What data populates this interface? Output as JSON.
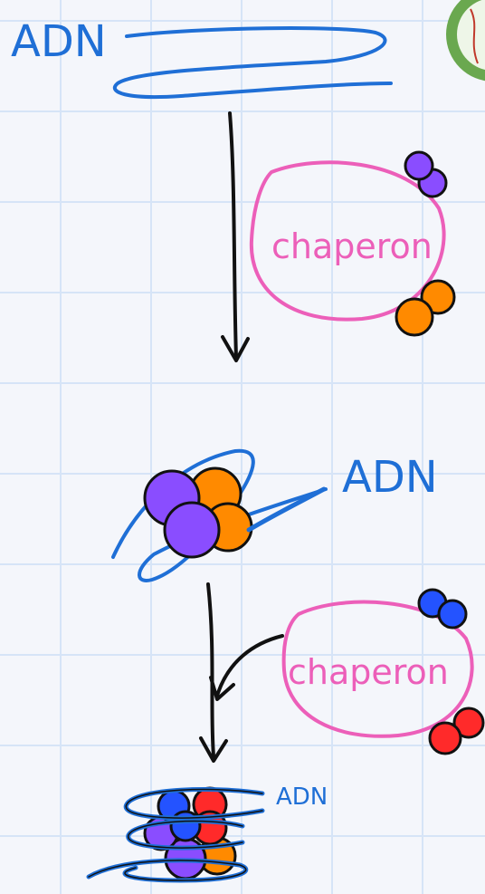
{
  "labels": {
    "dna_top": "ADN",
    "chaperone_1": "chaperon",
    "dna_middle": "ADN",
    "chaperone_2": "chaperon",
    "dna_bottom": "ADN"
  },
  "colors": {
    "background": "#f4f6fb",
    "grid": "#d6e4f7",
    "dna": "#1f6fd6",
    "chaperone": "#ec5fb9",
    "histone_purple": "#8a4dff",
    "histone_orange": "#ff8a00",
    "histone_blue": "#2453ff",
    "histone_red": "#ff2a2a",
    "ink": "#111111"
  },
  "icons": {
    "logo": "green-round-badge"
  }
}
